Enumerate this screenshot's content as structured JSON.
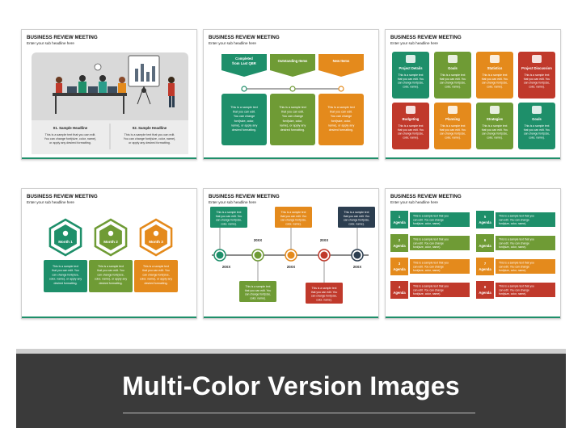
{
  "slides": [
    {
      "title": "BUSINESS REVIEW MEETING",
      "subtitle": "Enter your sub headline here",
      "headlines": [
        {
          "label": "01. Sample Headline",
          "text": [
            "This is a sample text that you can edit.",
            "You can change font(size, color, name),",
            "or apply any desired formatting."
          ]
        },
        {
          "label": "02. Sample Headline",
          "text": [
            "This is a sample text that you can edit.",
            "You can change font(size, color, name),",
            "or apply any desired formatting."
          ]
        }
      ]
    },
    {
      "title": "BUSINESS REVIEW MEETING",
      "subtitle": "Enter your sub headline here",
      "columns": [
        {
          "head": [
            "Completed",
            "from Last QBR"
          ],
          "text": [
            "This is a sample text",
            "that you can edit.",
            "You can change",
            "font(size, color,",
            "name), or apply any",
            "desired formatting."
          ],
          "color": "#1e8f6a"
        },
        {
          "head": [
            "Outstanding Items"
          ],
          "text": [
            "This is a sample text",
            "that you can edit.",
            "You can change",
            "font(size, color,",
            "name), or apply any",
            "desired formatting."
          ],
          "color": "#6f9b35"
        },
        {
          "head": [
            "New Items"
          ],
          "text": [
            "This is a sample text",
            "that you can edit.",
            "You can change",
            "font(size, color,",
            "name), or apply any",
            "desired formatting."
          ],
          "color": "#e48a1c"
        }
      ]
    },
    {
      "title": "BUSINESS REVIEW MEETING",
      "subtitle": "Enter your sub headline here",
      "cards": [
        {
          "label": "Project Details",
          "color": "#1e8f6a"
        },
        {
          "label": "Goals",
          "color": "#6f9b35"
        },
        {
          "label": "Statistics",
          "color": "#e48a1c"
        },
        {
          "label": "Project Discussion",
          "color": "#c0392b"
        },
        {
          "label": "Budgeting",
          "color": "#c0392b"
        },
        {
          "label": "Planning",
          "color": "#e48a1c"
        },
        {
          "label": "Strategies",
          "color": "#6f9b35"
        },
        {
          "label": "Goals",
          "color": "#1e8f6a"
        }
      ],
      "card_text": [
        "This is a sample text",
        "that you can edit. You",
        "can change font(size,",
        "color, name)."
      ]
    },
    {
      "title": "BUSINESS REVIEW MEETING",
      "subtitle": "Enter your sub headline here",
      "months": [
        {
          "label": "Month 1",
          "color": "#1e8f6a"
        },
        {
          "label": "Month 2",
          "color": "#6f9b35"
        },
        {
          "label": "Month 3",
          "color": "#e48a1c"
        }
      ],
      "month_text": [
        "This is a sample text",
        "that you can edit. You",
        "can change font(size,",
        "color, name), or apply any",
        "desired formatting."
      ]
    },
    {
      "title": "BUSINESS REVIEW MEETING",
      "subtitle": "Enter your sub headline here",
      "year_label": "20XX",
      "top_text": [
        "This is a sample text",
        "that you can edit. You",
        "can change font(size,",
        "color, name)."
      ],
      "bottom_text": [
        "This is a sample text",
        "that you can edit. You",
        "can change font(size,",
        "color, name)."
      ],
      "nodes": [
        "#1e8f6a",
        "#6f9b35",
        "#e48a1c",
        "#c0392b",
        "#2c3e50"
      ]
    },
    {
      "title": "BUSINESS REVIEW MEETING",
      "subtitle": "Enter your sub headline here",
      "agendas": [
        {
          "num": "1",
          "label": "Agenda",
          "color": "#1e8f6a"
        },
        {
          "num": "2",
          "label": "Agenda",
          "color": "#6f9b35"
        },
        {
          "num": "3",
          "label": "Agenda",
          "color": "#e48a1c"
        },
        {
          "num": "4",
          "label": "Agenda",
          "color": "#c0392b"
        },
        {
          "num": "5",
          "label": "Agenda",
          "color": "#1e8f6a"
        },
        {
          "num": "6",
          "label": "Agenda",
          "color": "#6f9b35"
        },
        {
          "num": "7",
          "label": "Agenda",
          "color": "#e48a1c"
        },
        {
          "num": "8",
          "label": "Agenda",
          "color": "#c0392b"
        }
      ],
      "agenda_text": [
        "This is a sample text that you",
        "can edit. You can change",
        "font(size, color, name)."
      ]
    }
  ],
  "banner": {
    "title": "Multi-Color Version Images"
  }
}
